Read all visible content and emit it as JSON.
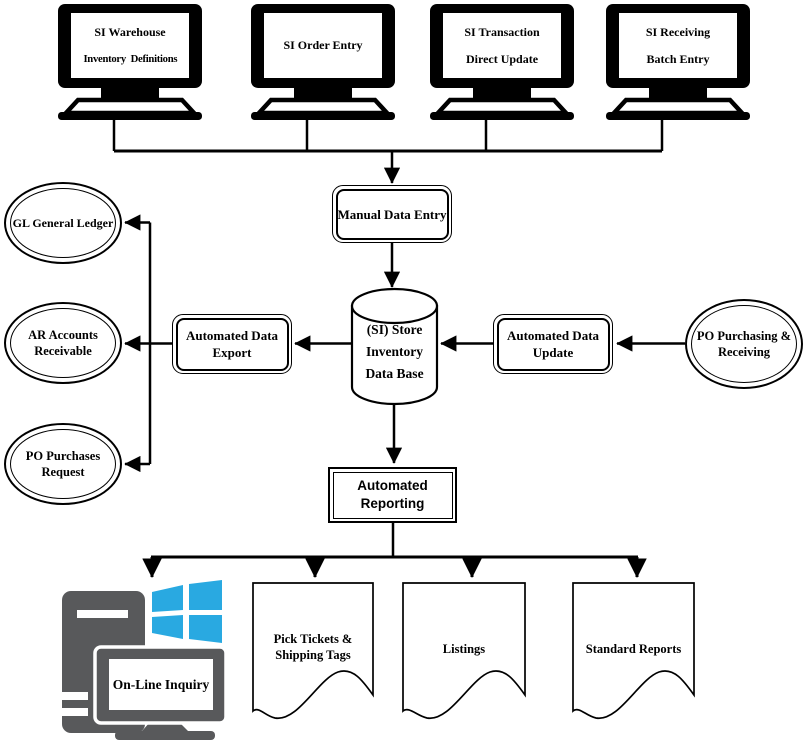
{
  "diagram_type": "store-inventory-system-flow",
  "terminals": [
    {
      "line1": "SI Warehouse",
      "line2": "Inventory  Definitions"
    },
    {
      "line1": "SI Order Entry"
    },
    {
      "line1": "SI Transaction",
      "line2": "Direct Update"
    },
    {
      "line1": "SI Receiving",
      "line2": "Batch Entry"
    }
  ],
  "manual_entry": {
    "label": "Manual Data Entry"
  },
  "database": {
    "line1": "(SI) Store",
    "line2": "Inventory",
    "line3": "Data Base"
  },
  "export_box": {
    "line1": "Automated Data",
    "line2": "Export"
  },
  "update_box": {
    "line1": "Automated Data",
    "line2": "Update"
  },
  "reporting_box": {
    "line1": "Automated",
    "line2": "Reporting"
  },
  "ellipses": {
    "general_ledger": {
      "label": "GL General Ledger"
    },
    "accounts_receivable": {
      "line1": "AR Accounts",
      "line2": "Receivable"
    },
    "purchases_request": {
      "line1": "PO Purchases",
      "line2": "Request"
    },
    "purchasing_receiving": {
      "line1": "PO Purchasing &",
      "line2": "Receiving"
    }
  },
  "outputs": {
    "online_inquiry": {
      "label": "On-Line Inquiry"
    },
    "pick_tickets": {
      "line1": "Pick Tickets &",
      "line2": "Shipping Tags"
    },
    "listings": {
      "label": "Listings"
    },
    "standard_reports": {
      "label": "Standard Reports"
    }
  },
  "colors": {
    "stroke": "#000000",
    "node_fill": "#ffffff",
    "computer_gray": "#58595B",
    "windows_blue": "#29A9E1"
  }
}
